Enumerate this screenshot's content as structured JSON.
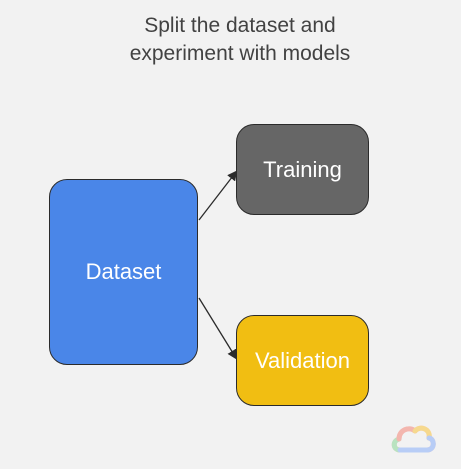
{
  "title": {
    "line1": "Split the dataset and",
    "line2": "experiment with models"
  },
  "nodes": {
    "dataset": {
      "label": "Dataset",
      "color": "#4a86e8"
    },
    "training": {
      "label": "Training",
      "color": "#666666"
    },
    "validation": {
      "label": "Validation",
      "color": "#f1be12"
    }
  },
  "edges": [
    {
      "from": "dataset",
      "to": "training"
    },
    {
      "from": "dataset",
      "to": "validation"
    }
  ],
  "logo": {
    "icon": "google-cloud-logo-icon"
  }
}
